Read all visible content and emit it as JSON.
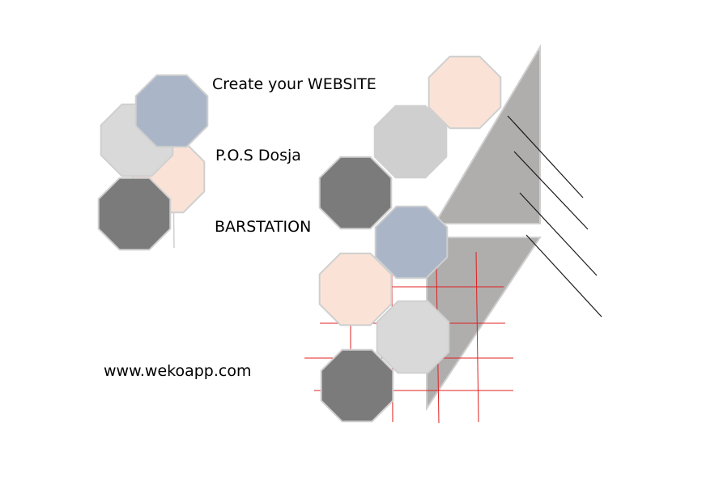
{
  "labels": {
    "website": "Create your WEBSITE",
    "pos": "P.O.S Dosja",
    "barstation": "BARSTATION",
    "url": "www.wekoapp.com"
  },
  "colors": {
    "blue": "#aab6c8",
    "peach": "#fae3d6",
    "light_gray": "#d9d9d9",
    "mid_gray": "#d0cfd0",
    "dark_gray": "#7b7b7b",
    "triangle": "#b0adad",
    "grid_line": "#e02020",
    "hatch_line": "#1a1a1a",
    "outline": "#cfcfcf"
  }
}
